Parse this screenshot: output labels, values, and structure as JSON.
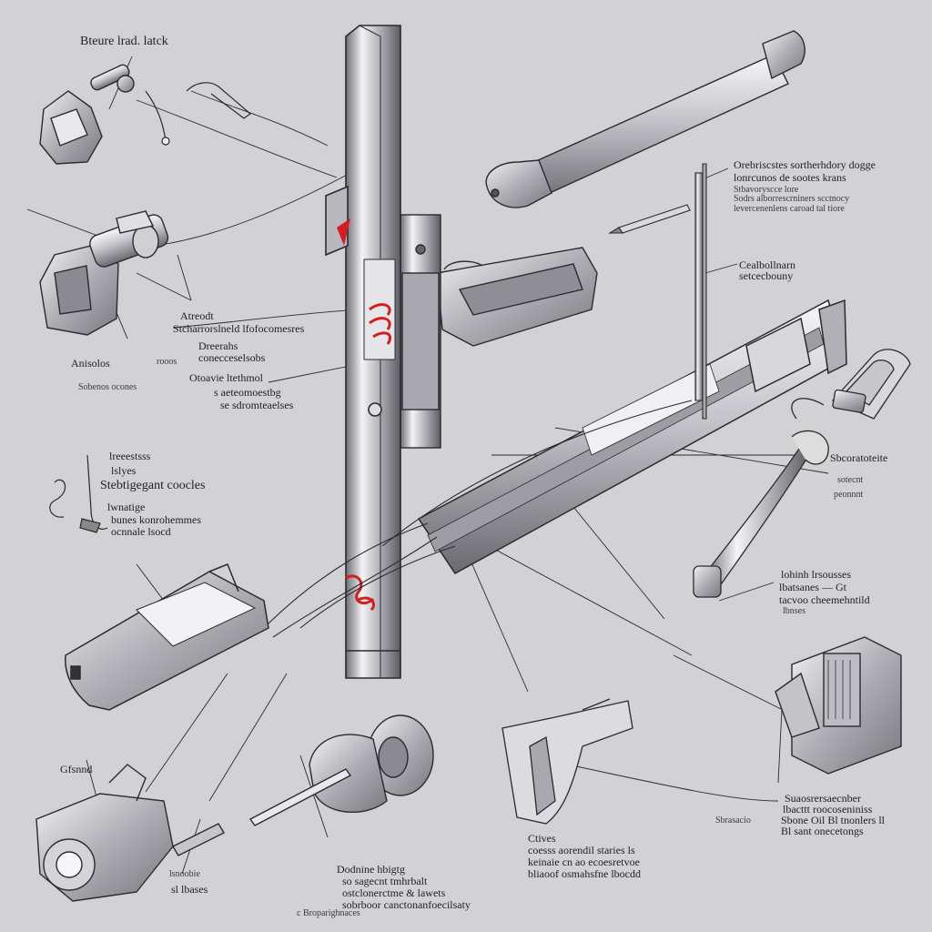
{
  "labels": {
    "title": "Bteure lrad. latck",
    "right_a1": "Orebriscstes sortherhdory dogge",
    "right_a2": "lonrcunos de sootes krans",
    "right_a3": "Stbavoryscce lore",
    "right_a4": "Sodrs alborrescrniners scctnocy",
    "right_a5": "levercenenlens caroad tal tiore",
    "right_b1": "Cealbollnarn",
    "right_b2": "setcecbouny",
    "mid_a1": "Atreodt",
    "mid_a2": "Stcharrorslneld lfofocomesres",
    "mid_a3": "Dreerahs",
    "mid_a4": "conecceselsobs",
    "mid_b1": "Otoavie ltethmol",
    "mid_b2": "s aeteomoestbg",
    "mid_b3": "se sdromteaelses",
    "left_a1": "Anisolos",
    "left_a2": "rooos",
    "left_a3": "Sobenos ocones",
    "left_b1": "lreeestsss",
    "left_b2": "lslyes",
    "left_b3": "Stebtigegant coocles",
    "left_b4": "lwnatige",
    "left_b5": "bunes konrohemmes",
    "left_b6": "ocnnale lsocd",
    "right_c1": "Sbcoratoteite",
    "right_c2": "sotecnt",
    "right_c3": "peonnnt",
    "right_d1": "lohinh lrsousses",
    "right_d2": "lbatsanes — Gt",
    "right_d3": "tacvoo cheemehntild",
    "right_d4": "lbnses",
    "right_e1": "Suaosrersaecnber",
    "right_e2": "lbacttt roocoseniniss",
    "right_e3": "Sbone Oil  Bl tnonlers ll",
    "right_e4": "Bl sant onecetongs",
    "right_e5": "Sbrasacio",
    "bot_a1": "Ctives",
    "bot_a2": "coesss  aorendil staries ls",
    "bot_a3": "keinaie cn  ao ecoesretvoe",
    "bot_a4": "bliaoof osmahsfne lbocdd",
    "bot_b1": "Dodnine hbigtg",
    "bot_b2": "so sagecnt tmhrbalt",
    "bot_b3": "ostclonerctme & lawets",
    "bot_b4": "sobrboor canctonanfoecilsaty",
    "bot_b5": "c Broparighnaces",
    "bot_c1": "Gfsnnd",
    "bot_c2": "lsnoobie",
    "bot_c3": "sl lbases"
  }
}
